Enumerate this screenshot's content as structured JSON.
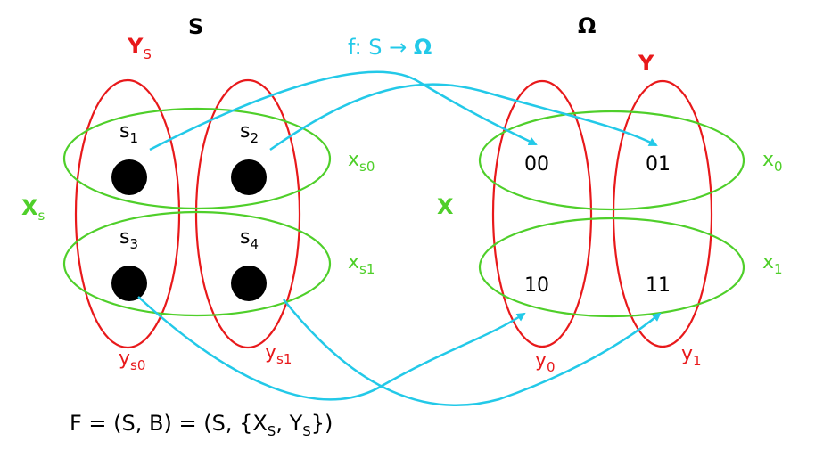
{
  "colors": {
    "red": "#e8191b",
    "green": "#4fcf2a",
    "cyan": "#23c9e8",
    "black": "#000000"
  },
  "left_set": {
    "title": "S",
    "ys_label": {
      "main": "Y",
      "sub": "S"
    },
    "xs_label": {
      "main": "X",
      "sub": "s"
    },
    "elements": [
      {
        "main": "s",
        "sub": "1"
      },
      {
        "main": "s",
        "sub": "2"
      },
      {
        "main": "s",
        "sub": "3"
      },
      {
        "main": "s",
        "sub": "4"
      }
    ],
    "row_labels": [
      {
        "main": "x",
        "sub": "s0"
      },
      {
        "main": "x",
        "sub": "s1"
      }
    ],
    "col_labels": [
      {
        "main": "y",
        "sub": "s0"
      },
      {
        "main": "y",
        "sub": "s1"
      }
    ]
  },
  "mapping": {
    "label": "f: S → ",
    "target": "Ω"
  },
  "right_set": {
    "title": "Ω",
    "y_label": "Y",
    "x_label": "X",
    "cells": [
      "00",
      "01",
      "10",
      "11"
    ],
    "row_labels": [
      {
        "main": "x",
        "sub": "0"
      },
      {
        "main": "x",
        "sub": "1"
      }
    ],
    "col_labels": [
      {
        "main": "y",
        "sub": "0"
      },
      {
        "main": "y",
        "sub": "1"
      }
    ]
  },
  "formula": {
    "prefix": "F = (S, B) = (S, {X",
    "sub1": "S",
    "middle": ", Y",
    "sub2": "S",
    "suffix": "})"
  }
}
